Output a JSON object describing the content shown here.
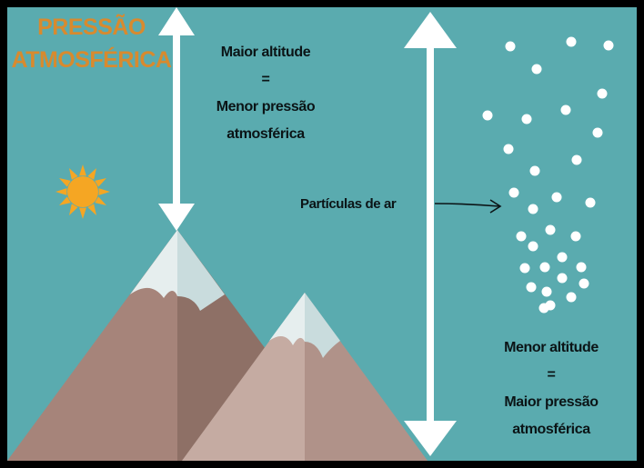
{
  "title": "PRESSÃO\nATMOSFÉRICA",
  "high_altitude_text": "Maior altitude\n=\nMenor pressão\natmosférica",
  "low_altitude_text": "Menor altitude\n=\nMaior pressão\natmosférica",
  "particles_label": "Partículas de ar",
  "icons": {
    "sun": "sun-icon",
    "mountain_large": "mountain-icon",
    "mountain_small": "mountain-icon",
    "arrow_short": "double-arrow-icon",
    "arrow_long": "double-arrow-icon",
    "pointer": "arrow-right-icon",
    "particle": "circle-dot-icon"
  },
  "colors": {
    "background": "#5aabaf",
    "title": "#d88a2e",
    "text": "#0b1416",
    "arrow": "#ffffff",
    "sun": "#f5a623",
    "mountain_large_left": "#a6847a",
    "mountain_large_right": "#8e7066",
    "mountain_small_left": "#c5aba2",
    "mountain_small_right": "#b09289",
    "snow_left": "#e6eeee",
    "snow_right": "#c9dcdd",
    "particle": "#ffffff"
  }
}
